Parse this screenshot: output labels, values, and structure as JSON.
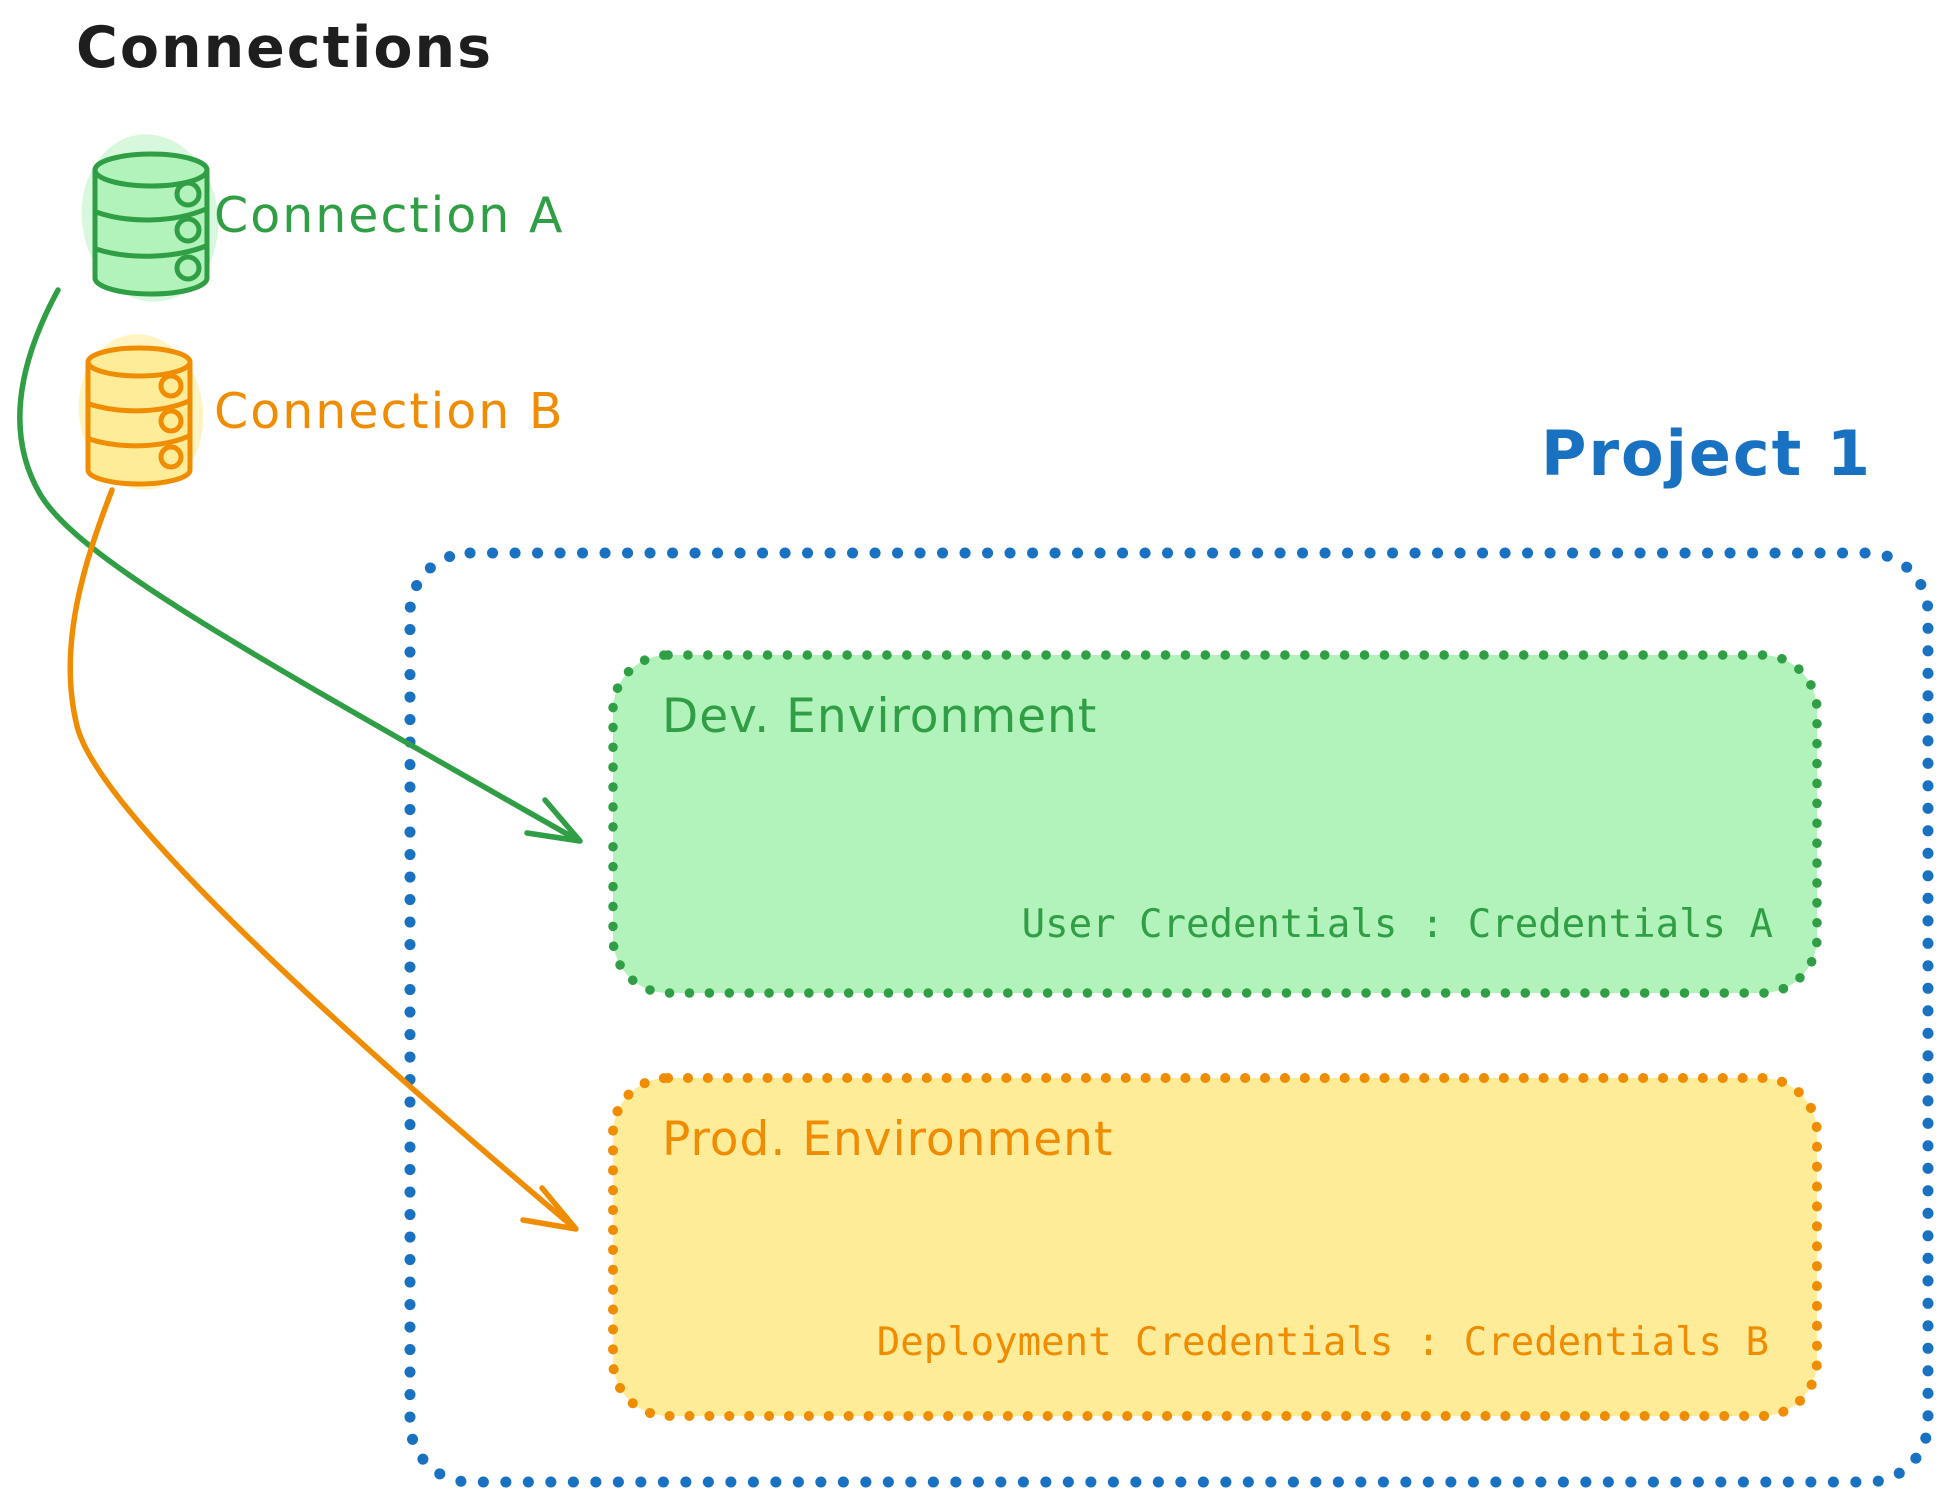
{
  "colors": {
    "ink": "#1e1e1e",
    "green": "#2f9e44",
    "green-fill": "#b2f2bb",
    "orange": "#f08c00",
    "orange-fill": "#ffec99",
    "blue": "#1971c2"
  },
  "title": "Connections",
  "connections": [
    {
      "label": "Connection A",
      "icon": "database-icon",
      "color": "#2f9e44"
    },
    {
      "label": "Connection B",
      "icon": "database-icon",
      "color": "#f08c00"
    }
  ],
  "project": {
    "title": "Project 1",
    "color": "#1971c2",
    "environments": [
      {
        "title": "Dev. Environment",
        "credentials_label": "User Credentials : Credentials A",
        "accent": "#2f9e44",
        "fill": "#b2f2bb"
      },
      {
        "title": "Prod. Environment",
        "credentials_label": "Deployment Credentials : Credentials B",
        "accent": "#f08c00",
        "fill": "#ffec99"
      }
    ]
  },
  "arrows": [
    {
      "from": "Connection A",
      "to": "Dev. Environment",
      "color": "#2f9e44"
    },
    {
      "from": "Connection B",
      "to": "Prod. Environment",
      "color": "#f08c00"
    }
  ]
}
